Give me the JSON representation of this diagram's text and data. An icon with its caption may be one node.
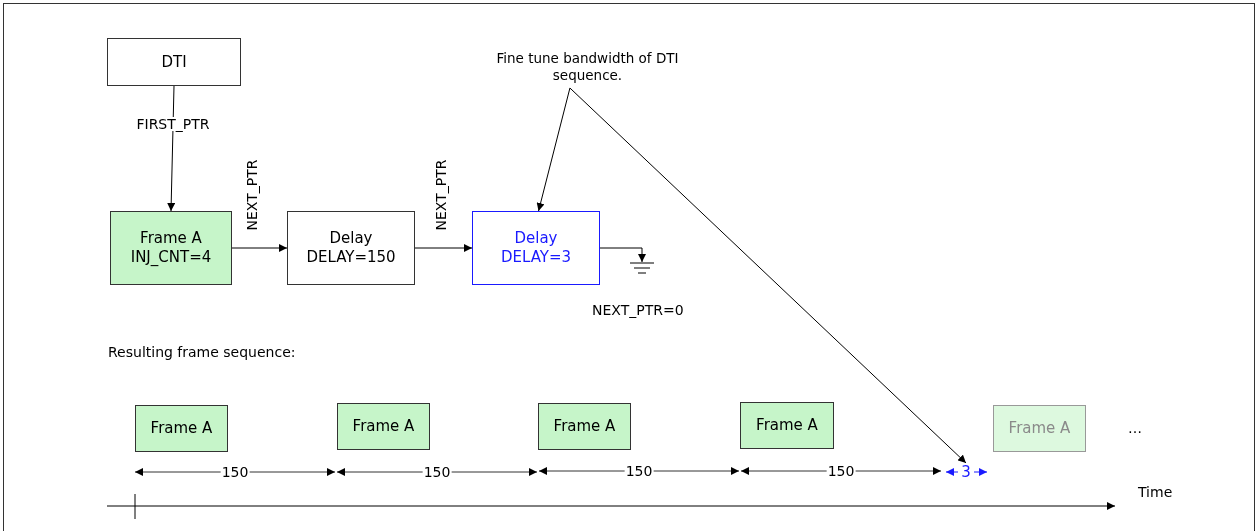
{
  "diagram": {
    "nodes": [
      {
        "text": [
          "DTI"
        ]
      },
      {
        "text": [
          "Frame A",
          "INJ_CNT=4"
        ]
      },
      {
        "text": [
          "Delay",
          "DELAY=150"
        ]
      },
      {
        "text": [
          "Delay",
          "DELAY=3"
        ]
      },
      {
        "text": [],
        "shape": "ground"
      },
      {
        "text": [
          "Fine tune bandwidth of DTI sequence."
        ]
      },
      {
        "text": [
          "Frame A"
        ]
      },
      {
        "text": [
          "Frame A"
        ]
      },
      {
        "text": [
          "Frame A"
        ]
      },
      {
        "text": [
          "Frame A"
        ]
      },
      {
        "text": [
          "Frame A"
        ]
      },
      {
        "text": [
          "3"
        ]
      }
    ],
    "edges": [
      {
        "from": 0,
        "to": 1,
        "arrow": "to",
        "label": "FIRST_PTR"
      },
      {
        "from": 1,
        "to": 2,
        "arrow": "to",
        "label": "NEXT_PTR"
      },
      {
        "from": 2,
        "to": 3,
        "arrow": "to",
        "label": "NEXT_PTR"
      },
      {
        "from": 3,
        "to": 4,
        "arrow": "to"
      },
      {
        "from": 5,
        "to": 3,
        "arrow": "to"
      },
      {
        "from": 5,
        "to": 11,
        "arrow": "to"
      }
    ],
    "labels": [
      "NEXT_PTR=0",
      "Resulting frame sequence:",
      "150",
      "150",
      "150",
      "150",
      "…",
      "Time"
    ]
  }
}
